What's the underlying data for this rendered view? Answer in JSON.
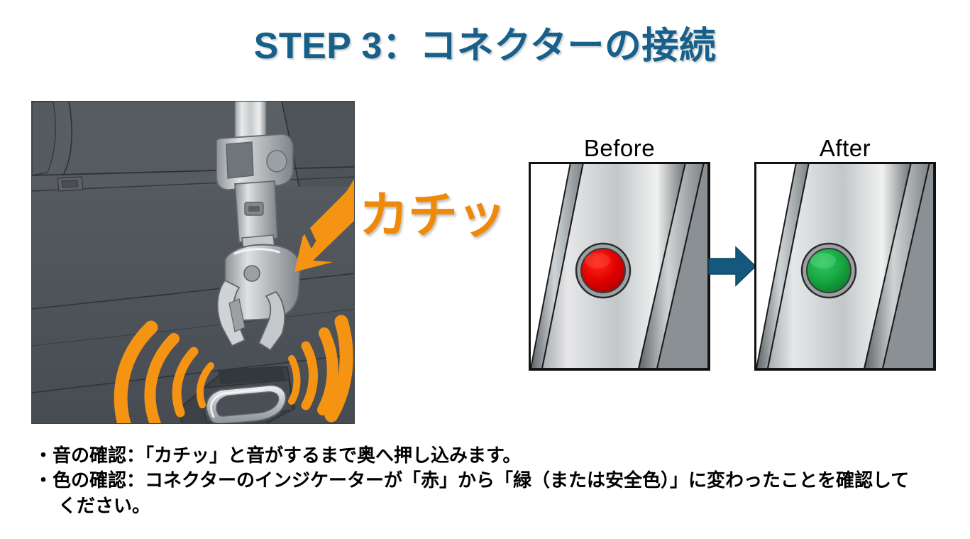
{
  "title": "STEP 3：コネクターの接続",
  "colors": {
    "title_blue": "#17608a",
    "accent_orange": "#ef8a09",
    "wave_orange": "#f59412",
    "indicator_red": "#dd0000",
    "indicator_green": "#1ba843",
    "seat_gray": "#52575d",
    "metal_light": "#e8e9ea",
    "metal_mid": "#b7bbbe"
  },
  "illustration": {
    "name": "isofix-connector-attaching-to-anchor",
    "alt": "チャイルドシートのコネクターが車両のアンカーバーに差し込まれ、カチッと音が鳴っている様子",
    "sound_wave_count_left": 4,
    "sound_wave_count_right": 4,
    "arrow_direction": "down-left",
    "onomatopoeia": "カチッ"
  },
  "comparison": {
    "before": {
      "label": "Before",
      "indicator_color": "#dd0000",
      "indicator_state": "赤"
    },
    "after": {
      "label": "After",
      "indicator_color": "#1ba843",
      "indicator_state": "緑"
    },
    "arrow_color": "#15587d"
  },
  "notes": [
    "音の確認：「カチッ」と音がするまで奥へ押し込みます。",
    "色の確認：コネクターのインジケーターが「赤」から「緑（または安全色）」に変わったことを確認して",
    "ください。"
  ]
}
